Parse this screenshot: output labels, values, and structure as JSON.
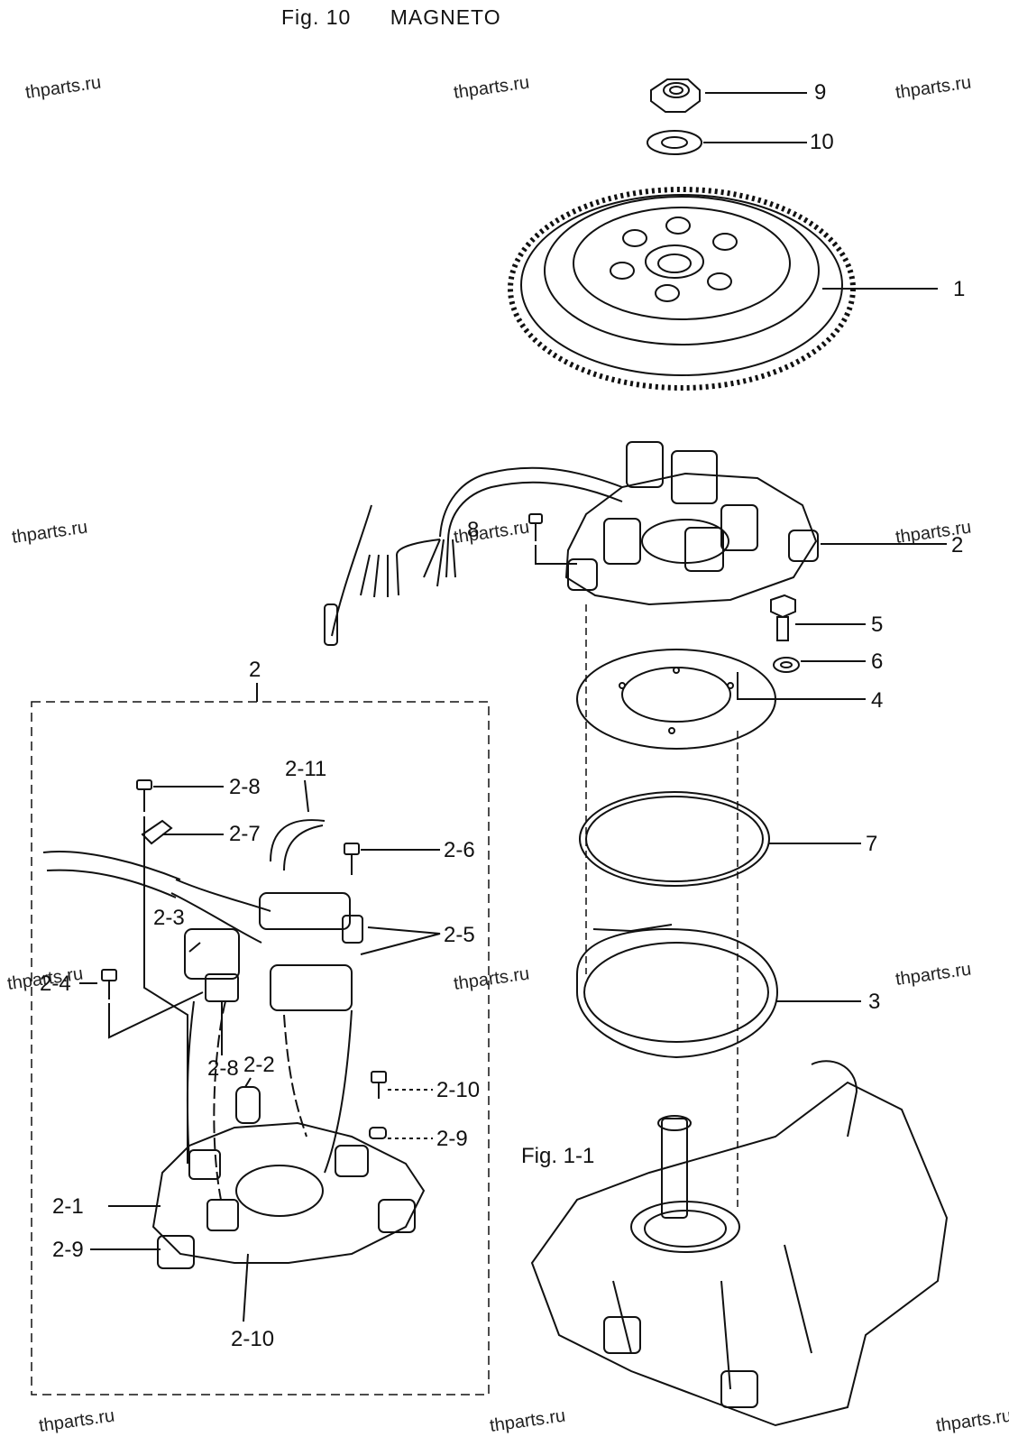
{
  "figure": {
    "number": "Fig. 10",
    "name": "MAGNETO"
  },
  "watermark": "thparts.ru",
  "callouts": {
    "p1": "1",
    "p2": "2",
    "p3": "3",
    "p4": "4",
    "p5": "5",
    "p6": "6",
    "p7": "7",
    "p8": "8",
    "p9": "9",
    "p10": "10",
    "group": "2",
    "s2_1": "2-1",
    "s2_2": "2-2",
    "s2_3": "2-3",
    "s2_4": "2-4",
    "s2_5": "2-5",
    "s2_6": "2-6",
    "s2_7": "2-7",
    "s2_8a": "2-8",
    "s2_8b": "2-8",
    "s2_9a": "2-9",
    "s2_9b": "2-9",
    "s2_10a": "2-10",
    "s2_10b": "2-10",
    "s2_11": "2-11"
  },
  "reference": "Fig. 1-1"
}
